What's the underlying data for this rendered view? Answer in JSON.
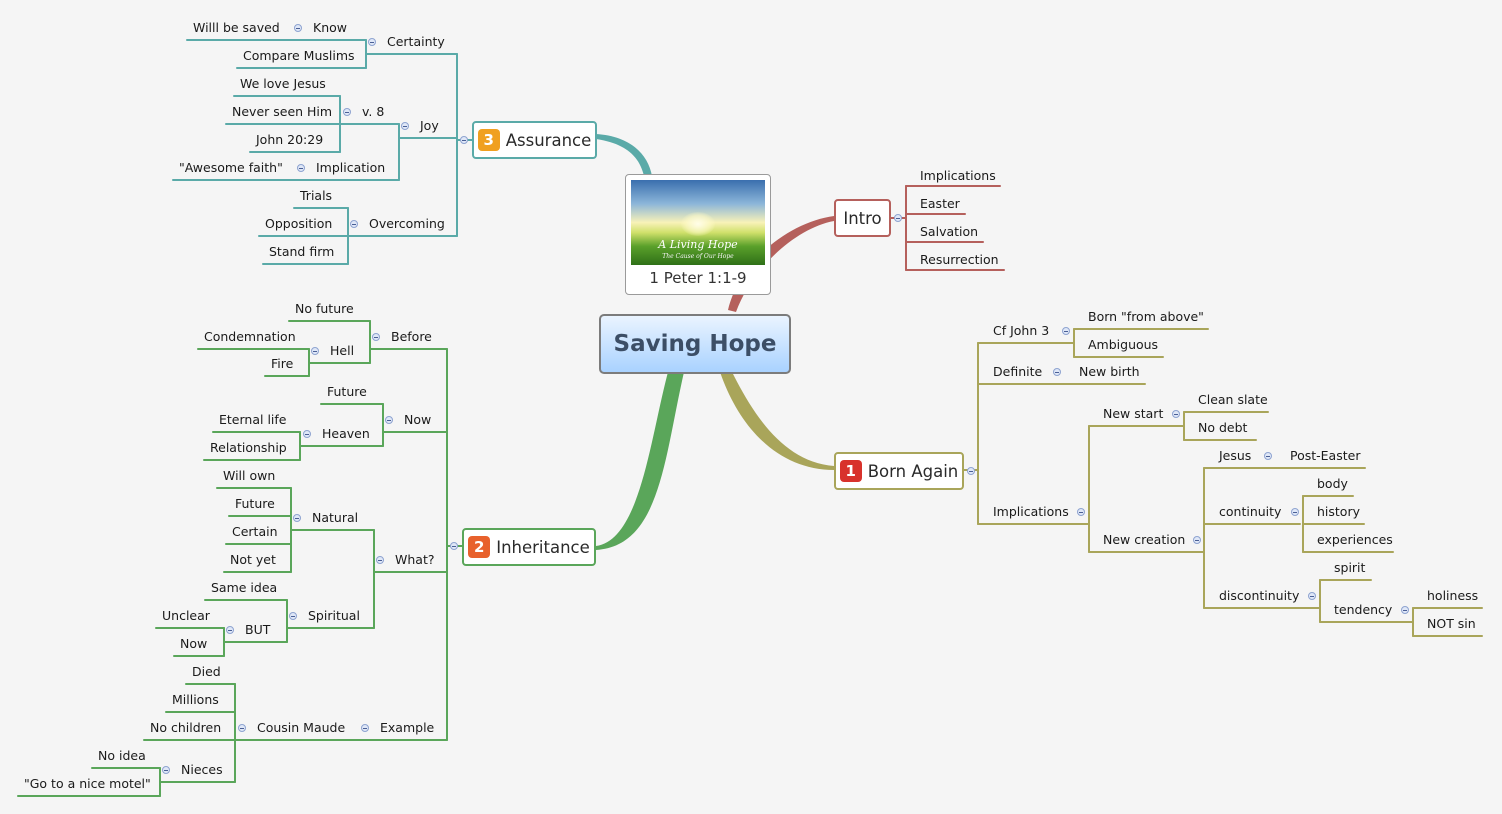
{
  "center_topic": "Saving Hope",
  "colors": {
    "intro": "#b5605c",
    "born_again": "#a9a55a",
    "inheritance": "#5aa65a",
    "assurance": "#5aaaa8"
  },
  "image_topic": {
    "caption": "1 Peter 1:1-9",
    "picture_title": "A Living Hope",
    "picture_subtitle": "The Cause of Our Hope"
  },
  "intro": {
    "label": "Intro",
    "items": [
      "Implications",
      "Easter",
      "Salvation",
      "Resurrection"
    ]
  },
  "born_again": {
    "number": "1",
    "label": "Born Again",
    "cf_john": {
      "label": "Cf John 3",
      "items": [
        "Born \"from above\"",
        "Ambiguous"
      ]
    },
    "definite": {
      "label": "Definite",
      "item": "New birth"
    },
    "implications": {
      "label": "Implications",
      "new_start": {
        "label": "New start",
        "items": [
          "Clean slate",
          "No debt"
        ]
      },
      "new_creation": {
        "label": "New creation",
        "jesus": {
          "label": "Jesus",
          "item": "Post-Easter"
        },
        "continuity": {
          "label": "continuity",
          "items": [
            "body",
            "history",
            "experiences"
          ]
        },
        "discontinuity": {
          "label": "discontinuity",
          "spirit": "spirit",
          "tendency": {
            "label": "tendency",
            "items": [
              "holiness",
              "NOT sin"
            ]
          }
        }
      }
    }
  },
  "inheritance": {
    "number": "2",
    "label": "Inheritance",
    "before": {
      "label": "Before",
      "no_future": "No future",
      "hell": {
        "label": "Hell",
        "items": [
          "Condemnation",
          "Fire"
        ]
      }
    },
    "now": {
      "label": "Now",
      "future": "Future",
      "heaven": {
        "label": "Heaven",
        "items": [
          "Eternal life",
          "Relationship"
        ]
      }
    },
    "what": {
      "label": "What?",
      "natural": {
        "label": "Natural",
        "items": [
          "Will own",
          "Future",
          "Certain",
          "Not yet"
        ]
      },
      "spiritual": {
        "label": "Spiritual",
        "same_idea": "Same idea",
        "but": {
          "label": "BUT",
          "items": [
            "Unclear",
            "Now"
          ]
        }
      }
    },
    "example": {
      "label": "Example",
      "cousin_maude": {
        "label": "Cousin Maude",
        "items": [
          "Died",
          "Millions",
          "No children"
        ],
        "nieces": {
          "label": "Nieces",
          "items": [
            "No idea",
            "\"Go to a nice motel\""
          ]
        }
      }
    }
  },
  "assurance": {
    "number": "3",
    "label": "Assurance",
    "certainty": {
      "label": "Certainty",
      "know": {
        "label": "Know",
        "item": "Willl be saved"
      },
      "compare": "Compare Muslims"
    },
    "joy": {
      "label": "Joy",
      "v8": {
        "label": "v. 8",
        "items": [
          "We love Jesus",
          "Never seen Him"
        ]
      },
      "john": "John 20:29",
      "implication": {
        "label": "Implication",
        "item": "\"Awesome faith\""
      }
    },
    "overcoming": {
      "label": "Overcoming",
      "items": [
        "Trials",
        "Opposition",
        "Stand firm"
      ]
    }
  }
}
